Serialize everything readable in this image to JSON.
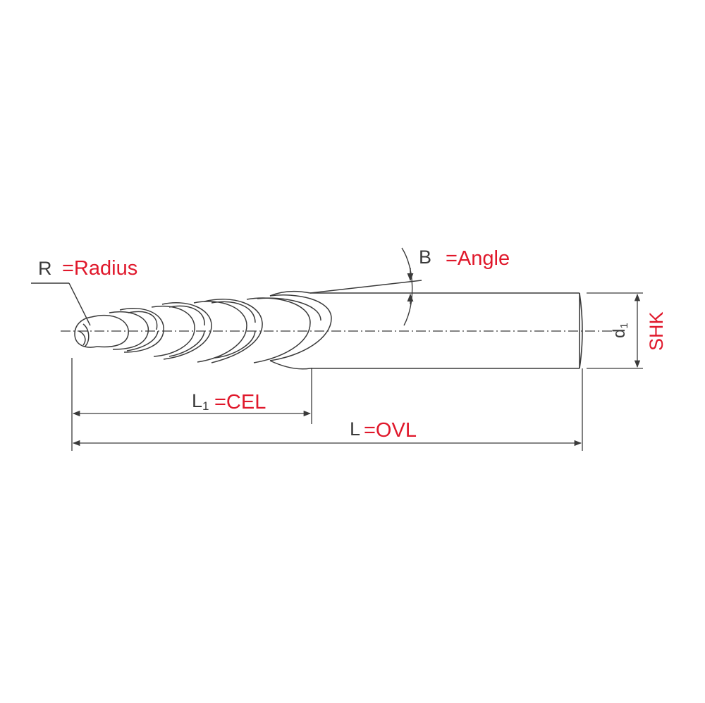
{
  "labels": {
    "radius_symbol": "R",
    "radius_text": "=Radius",
    "angle_symbol": "B",
    "angle_text": "=Angle",
    "cel_symbol_main": "L",
    "cel_symbol_sub": "1",
    "cel_text": "=CEL",
    "ovl_symbol": "L",
    "ovl_text": "=OVL",
    "diameter_symbol_main": "d",
    "diameter_symbol_sub": "1",
    "shank_text": "SHK"
  },
  "colors": {
    "annotation_red": "#e0182b",
    "line_dark": "#3a3a3a",
    "background": "#ffffff"
  }
}
